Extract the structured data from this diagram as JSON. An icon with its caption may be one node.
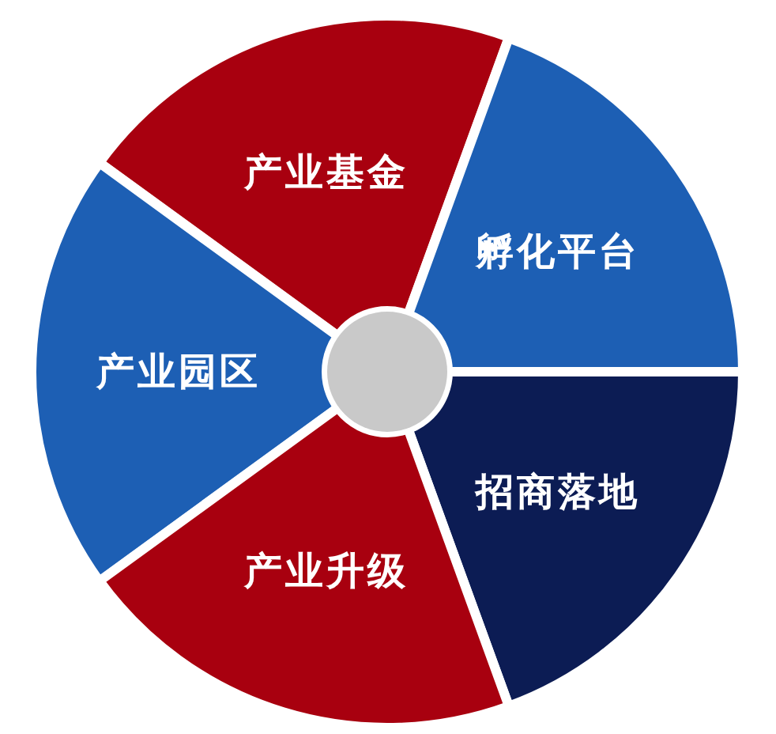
{
  "diagram": {
    "nodes": [
      {
        "text": [
          "产业基金"
        ]
      },
      {
        "text": [
          "孵化平台"
        ]
      },
      {
        "text": [
          "产业园区"
        ]
      },
      {
        "text": [],
        "shape": "circle"
      },
      {
        "text": [
          "招商落地"
        ]
      },
      {
        "text": [
          "产业升级"
        ]
      }
    ]
  }
}
